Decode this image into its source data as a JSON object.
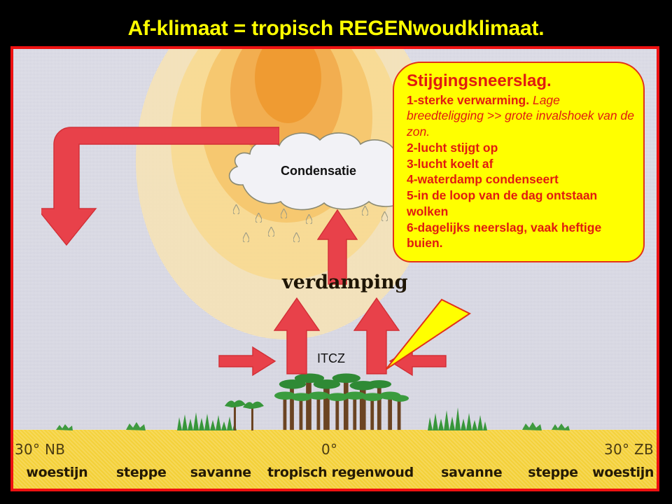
{
  "slide": {
    "title": "Af-klimaat = tropisch REGENwoudklimaat."
  },
  "colors": {
    "title_text": "#ffff00",
    "slide_background": "#000000",
    "frame_border": "#ee1111",
    "sky": "#d7d7e2",
    "ground": "#f5d23c",
    "arrow_red": "#e8414a",
    "callout_fill": "#ffff00",
    "callout_border": "#e23218",
    "callout_text": "#e11b10"
  },
  "diagram": {
    "labels": {
      "condensatie": "Condensatie",
      "verdamping": "verdamping",
      "itcz": "ITCZ"
    },
    "latitudes": {
      "north": "30° NB",
      "equator": "0°",
      "south": "30° ZB"
    },
    "zones": [
      {
        "label": "woestijn",
        "left_pct": 2.0
      },
      {
        "label": "steppe",
        "left_pct": 16.0
      },
      {
        "label": "savanne",
        "left_pct": 27.5
      },
      {
        "label": "tropisch regenwoud",
        "left_pct": 39.5
      },
      {
        "label": "savanne",
        "left_pct": 66.5
      },
      {
        "label": "steppe",
        "left_pct": 80.0
      },
      {
        "label": "woestijn",
        "left_pct": 90.0
      }
    ]
  },
  "callout": {
    "heading": "Stijgingsneerslag.",
    "line1_bold": "1-sterke verwarming.",
    "line1_italic": " Lage",
    "line1_cont": "breedteligging >> grote invalshoek van de zon.",
    "line2": "2-lucht stijgt op",
    "line3": "3-lucht koelt af",
    "line4": "4-waterdamp condenseert",
    "line5": "5-in de loop van de dag ontstaan wolken",
    "line6": "6-dagelijks neerslag, vaak heftige buien."
  }
}
